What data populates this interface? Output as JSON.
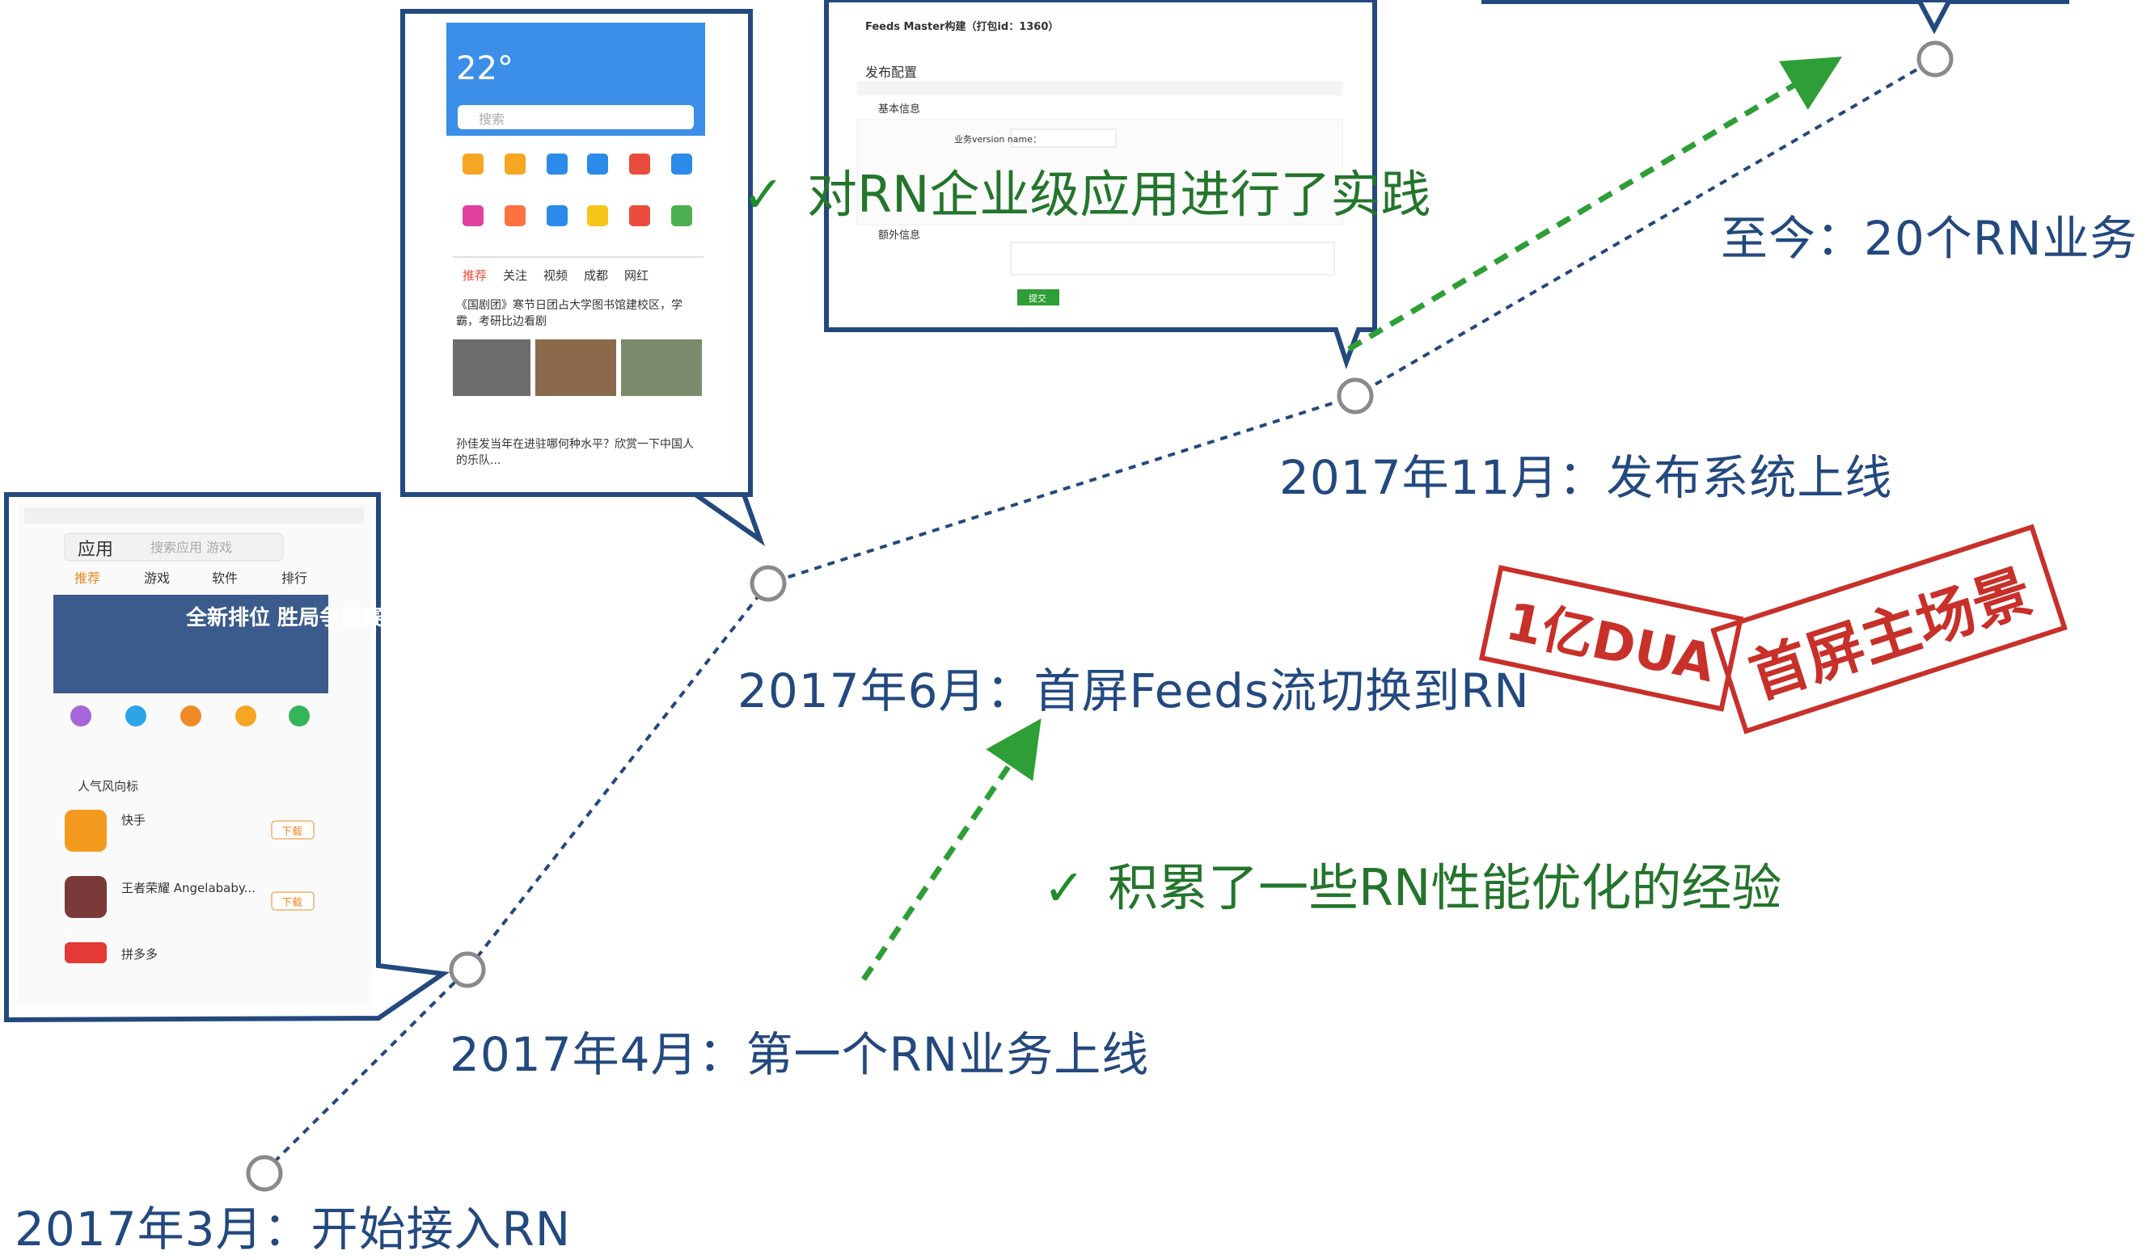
{
  "milestones": [
    {
      "label": "2017年3月：开始接入RN"
    },
    {
      "label": "2017年4月：第一个RN业务上线"
    },
    {
      "label": "2017年6月：首屏Feeds流切换到RN"
    },
    {
      "label": "2017年11月：发布系统上线"
    },
    {
      "label": "至今：20个RN业务"
    }
  ],
  "achievements": [
    {
      "check": "✓",
      "text": "积累了一些RN性能优化的经验"
    },
    {
      "check": "✓",
      "text": "对RN企业级应用进行了实践"
    }
  ],
  "stamps": {
    "dau": "1亿DUA",
    "scene": "首屏主场景"
  },
  "screens": {
    "app_store": {
      "tabs": [
        "推荐",
        "游戏",
        "软件",
        "排行"
      ],
      "title": "应用",
      "search_placeholder": "搜索应用 游戏",
      "banner_text": "全新排位 胜局争霸赛",
      "section": "人气风向标",
      "apps": [
        "快手",
        "王者荣耀 Angelababy...",
        "拼多多"
      ],
      "download": "下载"
    },
    "home": {
      "temperature": "22°",
      "search_placeholder": "搜索",
      "tabs": [
        "推荐",
        "关注",
        "视频",
        "成都",
        "网红"
      ],
      "news_1": "《国剧团》寒节日团占大学图书馆建校区，学霸，考研比边看剧",
      "news_2": "孙佳发当年在进驻哪何种水平？欣赏一下中国人的乐队..."
    },
    "feeds_master": {
      "title": "Feeds Master构建（打包id：1360）",
      "section": "发布配置",
      "basic": "基本信息",
      "extra": "额外信息",
      "version_label": "业务version name：",
      "submit": "提交"
    }
  },
  "colors": {
    "timeline": "#23497e",
    "arrow": "#2e9e36",
    "stamp": "#c8302a",
    "node_stroke": "#8a8a8a"
  }
}
